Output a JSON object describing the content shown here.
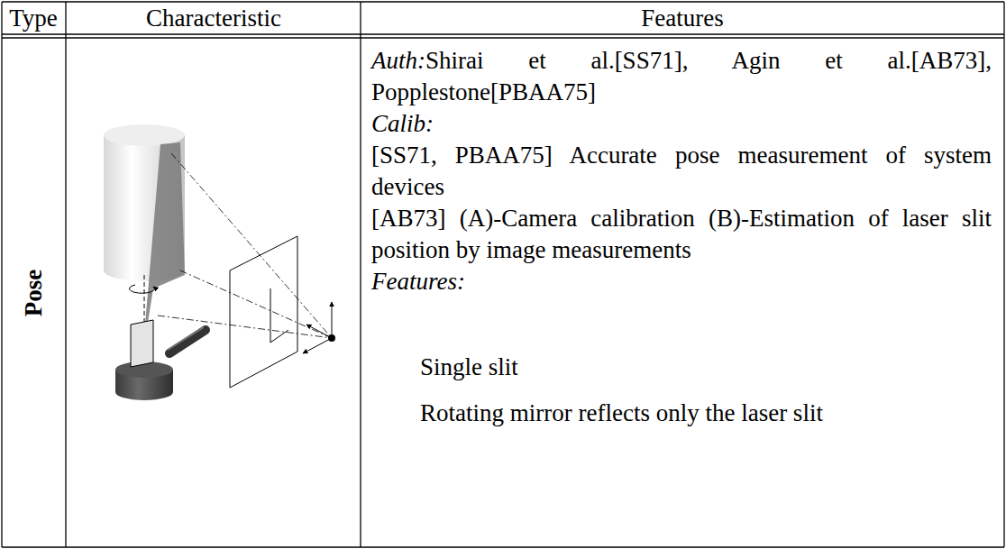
{
  "diagram": {
    "labels": [
      "Type",
      "Characteristic",
      "Features",
      "Pose",
      "Auth:",
      "Shirai et al.[SS71], Agin et al.[AB73], Popplestone[PBAA75]",
      "Calib:",
      "[SS71, PBAA75] Accurate pose measurement of system devices",
      "[AB73] (A)-Camera calibration (B)-Estimation of laser slit position by image measurements",
      "Features:",
      "Single slit",
      "Rotating mirror reflects only the laser slit"
    ]
  }
}
